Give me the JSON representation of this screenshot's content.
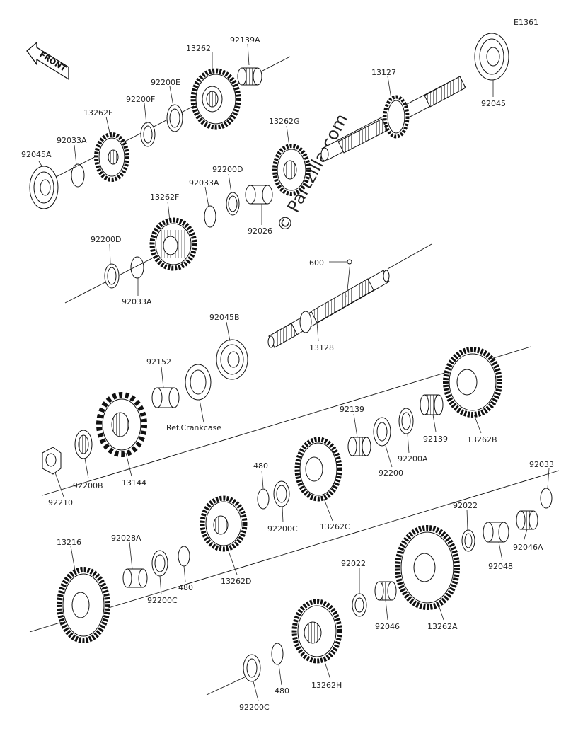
{
  "diagram_code": "E1361",
  "front_label": "FRONT",
  "watermark": "© Partzilla.com",
  "ref_note": "Ref.Crankcase",
  "labels": {
    "l_13262": "13262",
    "l_92139A": "92139A",
    "l_92200E": "92200E",
    "l_92200F": "92200F",
    "l_13262E": "13262E",
    "l_92033A_1": "92033A",
    "l_92045A": "92045A",
    "l_13127": "13127",
    "l_92045": "92045",
    "l_13262G": "13262G",
    "l_92200D": "92200D",
    "l_92033A_2": "92033A",
    "l_92026": "92026",
    "l_13262F": "13262F",
    "l_92200D_2": "92200D",
    "l_92033A_3": "92033A",
    "l_600": "600",
    "l_13128": "13128",
    "l_92045B": "92045B",
    "l_92152": "92152",
    "l_92210": "92210",
    "l_92200B": "92200B",
    "l_13144": "13144",
    "l_92139_1": "92139",
    "l_92139_2": "92139",
    "l_13262B": "13262B",
    "l_92200": "92200",
    "l_92200A": "92200A",
    "l_480_1": "480",
    "l_92200C_1": "92200C",
    "l_13262C": "13262C",
    "l_92033": "92033",
    "l_92022_1": "92022",
    "l_92046A": "92046A",
    "l_92048": "92048",
    "l_13216": "13216",
    "l_92028A": "92028A",
    "l_92200C_2": "92200C",
    "l_480_2": "480",
    "l_13262D": "13262D",
    "l_92022_2": "92022",
    "l_92046": "92046",
    "l_13262A": "13262A",
    "l_13262H": "13262H",
    "l_480_3": "480",
    "l_92200C_3": "92200C"
  }
}
